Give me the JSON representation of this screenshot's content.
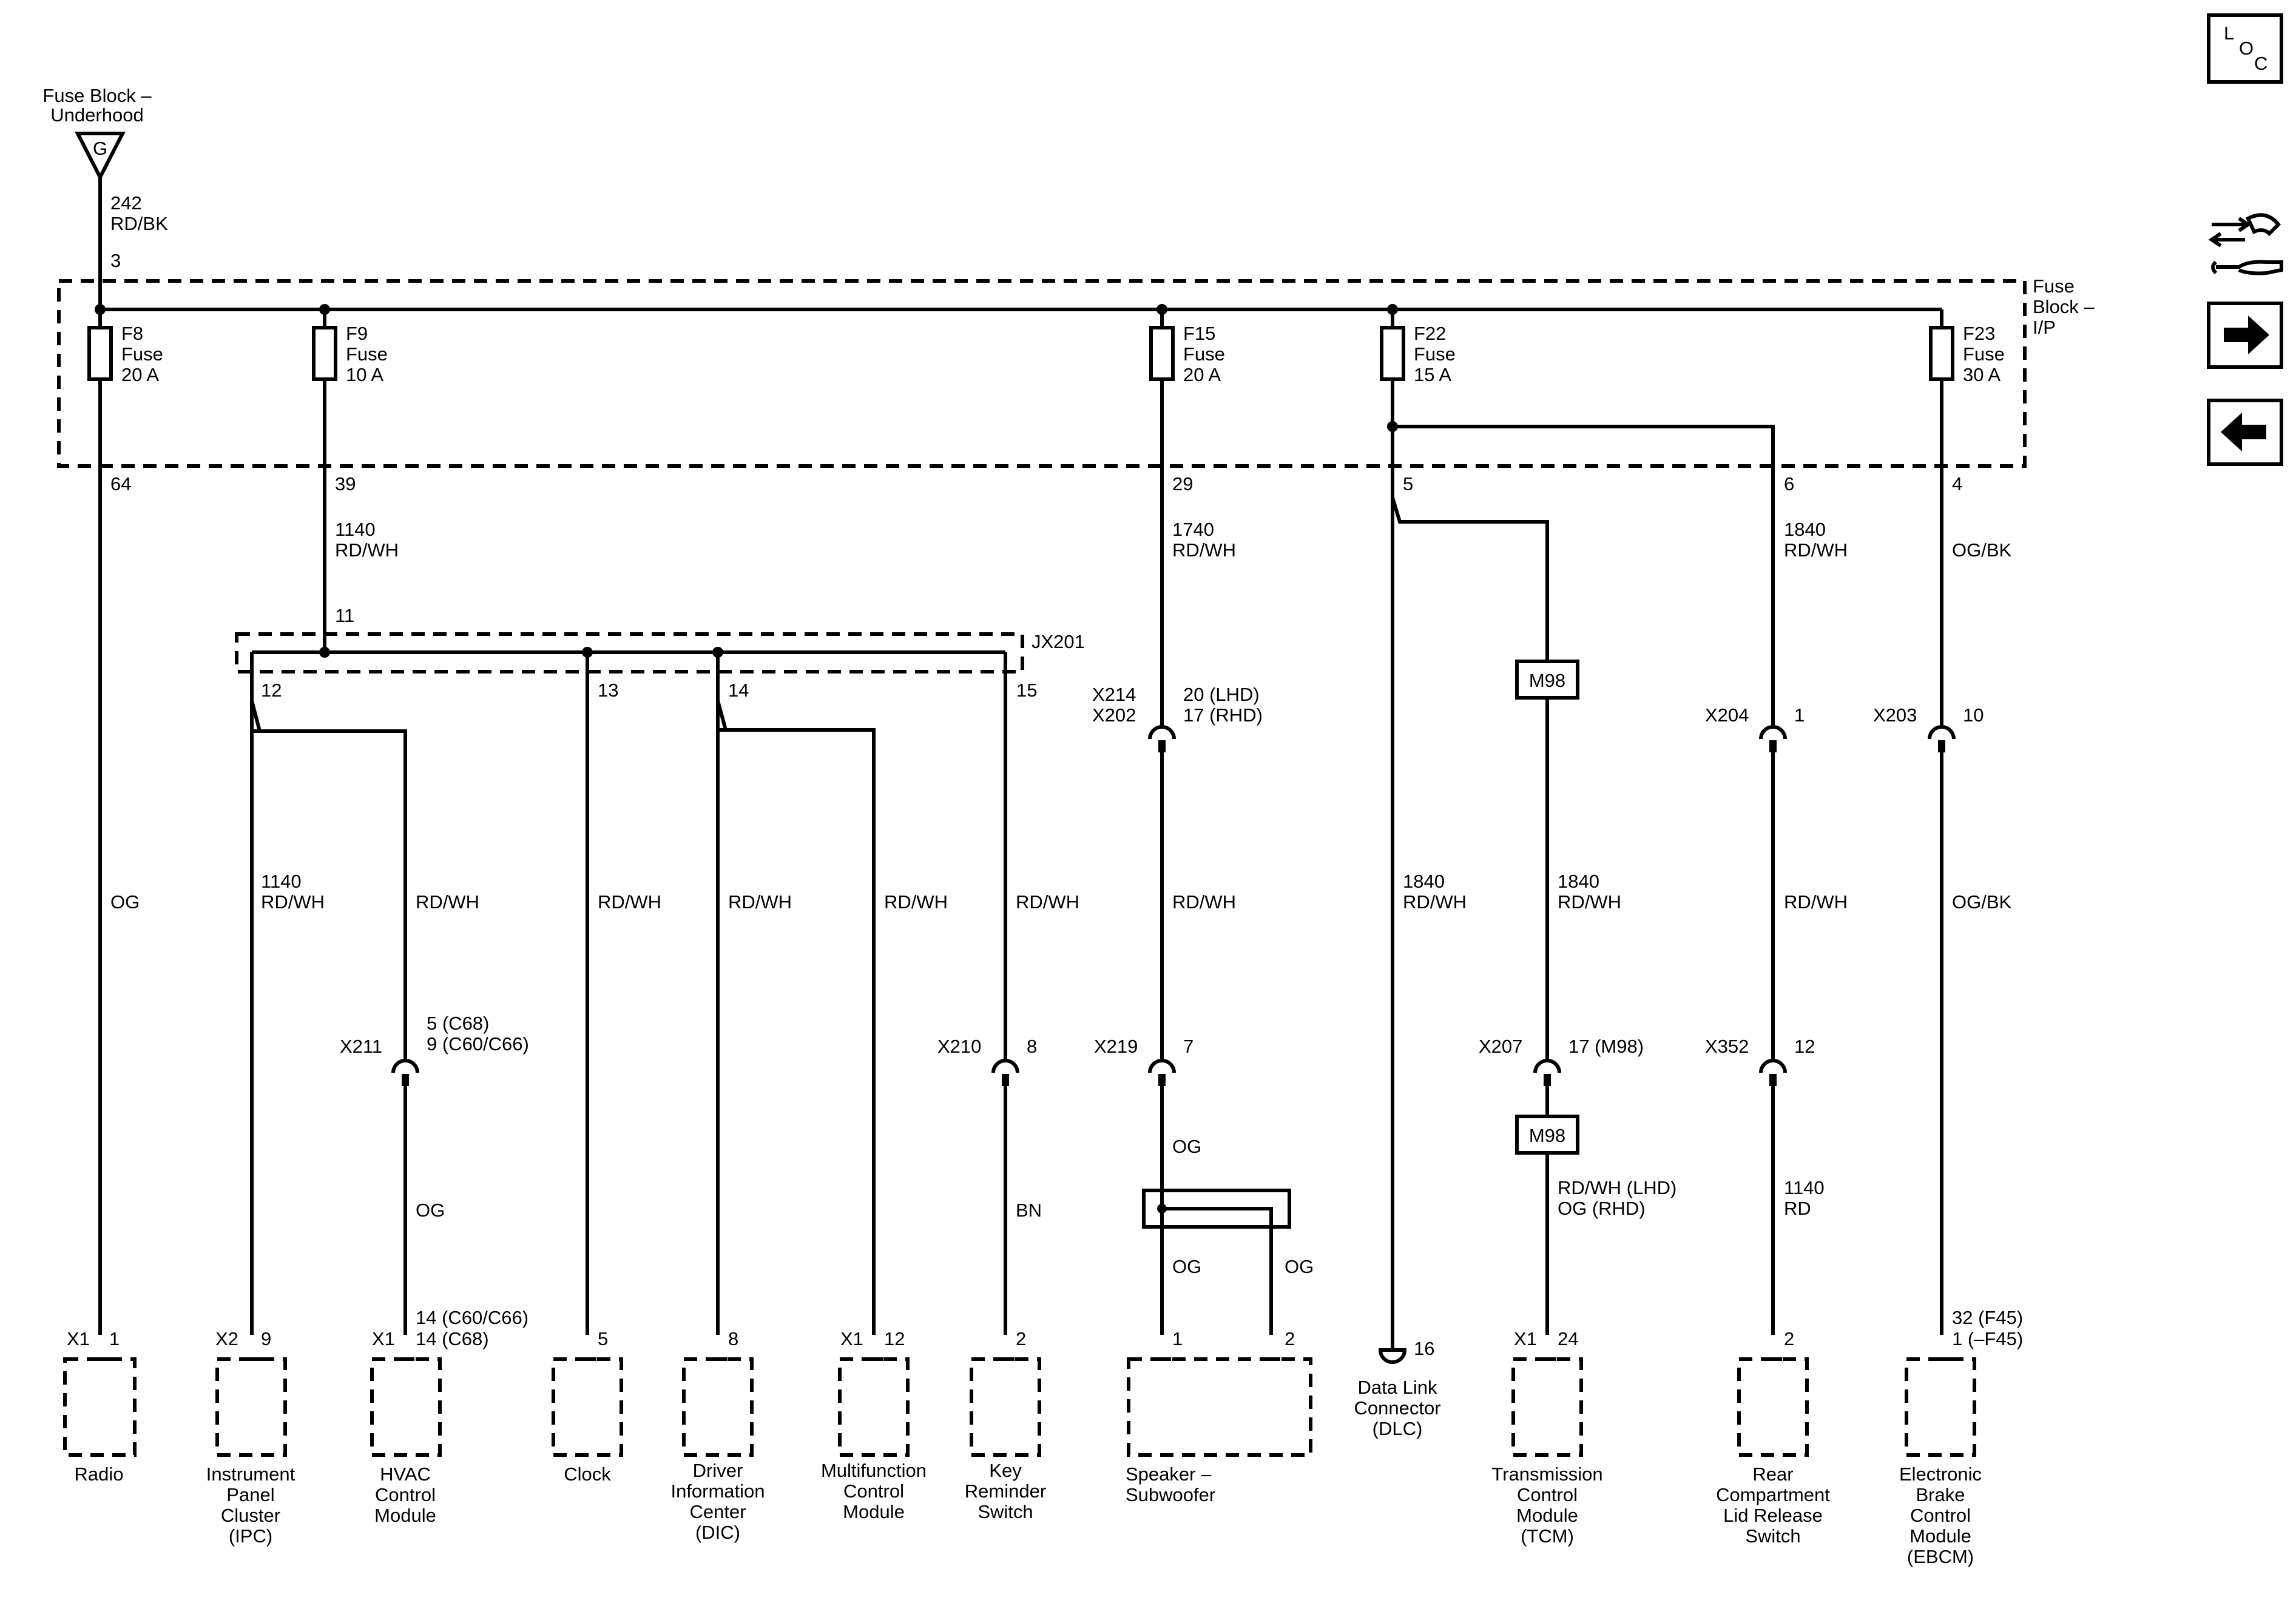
{
  "diagram": {
    "colors": {
      "ink": "#000000",
      "background": "#ffffff"
    },
    "nav_icons": [
      "loc-icon",
      "tools-icon",
      "arrow-right-icon",
      "arrow-left-icon"
    ],
    "loc": {
      "l": "L",
      "o": "O",
      "c": "C"
    },
    "source": {
      "title": [
        "Fuse Block –",
        "Underhood"
      ],
      "letter": "G",
      "circuit": "242",
      "color": "RD/BK",
      "pin": "3"
    },
    "fuse_block": {
      "label": [
        "Fuse",
        "Block –",
        "I/P"
      ]
    },
    "fuses": [
      {
        "name": "F8",
        "kind": "Fuse",
        "rating": "20 A",
        "out_pin": "64"
      },
      {
        "name": "F9",
        "kind": "Fuse",
        "rating": "10 A",
        "out_pin": "39"
      },
      {
        "name": "F15",
        "kind": "Fuse",
        "rating": "20 A",
        "out_pin": "29"
      },
      {
        "name": "F22",
        "kind": "Fuse",
        "rating": "15 A",
        "out_pin": "5"
      },
      {
        "name": "F23",
        "kind": "Fuse",
        "rating": "30 A",
        "out_pin": "4"
      }
    ],
    "f22_extra_pin": "6",
    "splice": {
      "name": "JX201",
      "in_pin": "11",
      "out_pins": [
        "12",
        "13",
        "14",
        "15"
      ]
    },
    "wires": {
      "f9_main": [
        "1140",
        "RD/WH"
      ],
      "f15_main": [
        "1740",
        "RD/WH"
      ],
      "f22_b": [
        "1840",
        "RD/WH"
      ],
      "f23_main": "OG/BK",
      "radio": "OG",
      "ipc": [
        "1140",
        "RD/WH"
      ],
      "hvac_upper": "RD/WH",
      "hvac_lower": "OG",
      "clock": "RD/WH",
      "dic": "RD/WH",
      "mfcm": "RD/WH",
      "key_upper": "RD/WH",
      "key_lower": "BN",
      "sub_upper": "RD/WH",
      "sub_mid": "OG",
      "sub_left": "OG",
      "sub_right": "OG",
      "dlc": [
        "1840",
        "RD/WH"
      ],
      "tcm_upper": [
        "1840",
        "RD/WH"
      ],
      "tcm_lower": [
        "RD/WH (LHD)",
        "OG (RHD)"
      ],
      "rear_upper": "RD/WH",
      "rear_lower": [
        "1140",
        "RD"
      ],
      "ebcm": "OG/BK"
    },
    "option_boxes": {
      "m98_upper": "M98",
      "m98_lower": "M98"
    },
    "inline_connectors": {
      "x211": {
        "name": "X211",
        "pins": [
          "5 (C68)",
          "9 (C60/C66)"
        ]
      },
      "x210": {
        "name": "X210",
        "pins": [
          "8"
        ]
      },
      "x214": {
        "names": [
          "X214",
          "X202"
        ],
        "pins": [
          "20 (LHD)",
          "17 (RHD)"
        ]
      },
      "x219": {
        "name": "X219",
        "pins": [
          "7"
        ]
      },
      "x207": {
        "name": "X207",
        "pins": [
          "17 (M98)"
        ]
      },
      "x204": {
        "name": "X204",
        "pins": [
          "1"
        ]
      },
      "x352": {
        "name": "X352",
        "pins": [
          "12"
        ]
      },
      "x203": {
        "name": "X203",
        "pins": [
          "10"
        ]
      }
    },
    "components": {
      "radio": {
        "conn": "X1",
        "pin": "1",
        "label": [
          "Radio"
        ]
      },
      "ipc": {
        "conn": "X2",
        "pin": "9",
        "label": [
          "Instrument",
          "Panel",
          "Cluster",
          "(IPC)"
        ]
      },
      "hvac": {
        "conn": "X1",
        "pins": [
          "14 (C60/C66)",
          "14 (C68)"
        ],
        "label": [
          "HVAC",
          "Control",
          "Module"
        ]
      },
      "clock": {
        "pin": "5",
        "label": [
          "Clock"
        ]
      },
      "dic": {
        "pin": "8",
        "label": [
          "Driver",
          "Information",
          "Center",
          "(DIC)"
        ]
      },
      "mfcm": {
        "conn": "X1",
        "pin": "12",
        "label": [
          "Multifunction",
          "Control",
          "Module"
        ]
      },
      "key": {
        "pin": "2",
        "label": [
          "Key",
          "Reminder",
          "Switch"
        ]
      },
      "sub": {
        "pins": [
          "1",
          "2"
        ],
        "label": [
          "Speaker –",
          "Subwoofer"
        ]
      },
      "dlc": {
        "pin": "16",
        "label": [
          "Data Link",
          "Connector",
          "(DLC)"
        ]
      },
      "tcm": {
        "conn": "X1",
        "pin": "24",
        "label": [
          "Transmission",
          "Control",
          "Module",
          "(TCM)"
        ]
      },
      "rear": {
        "pin": "2",
        "label": [
          "Rear",
          "Compartment",
          "Lid Release",
          "Switch"
        ]
      },
      "ebcm": {
        "pins": [
          "32 (F45)",
          "1 (–F45)"
        ],
        "label": [
          "Electronic",
          "Brake",
          "Control",
          "Module",
          "(EBCM)"
        ]
      }
    }
  }
}
